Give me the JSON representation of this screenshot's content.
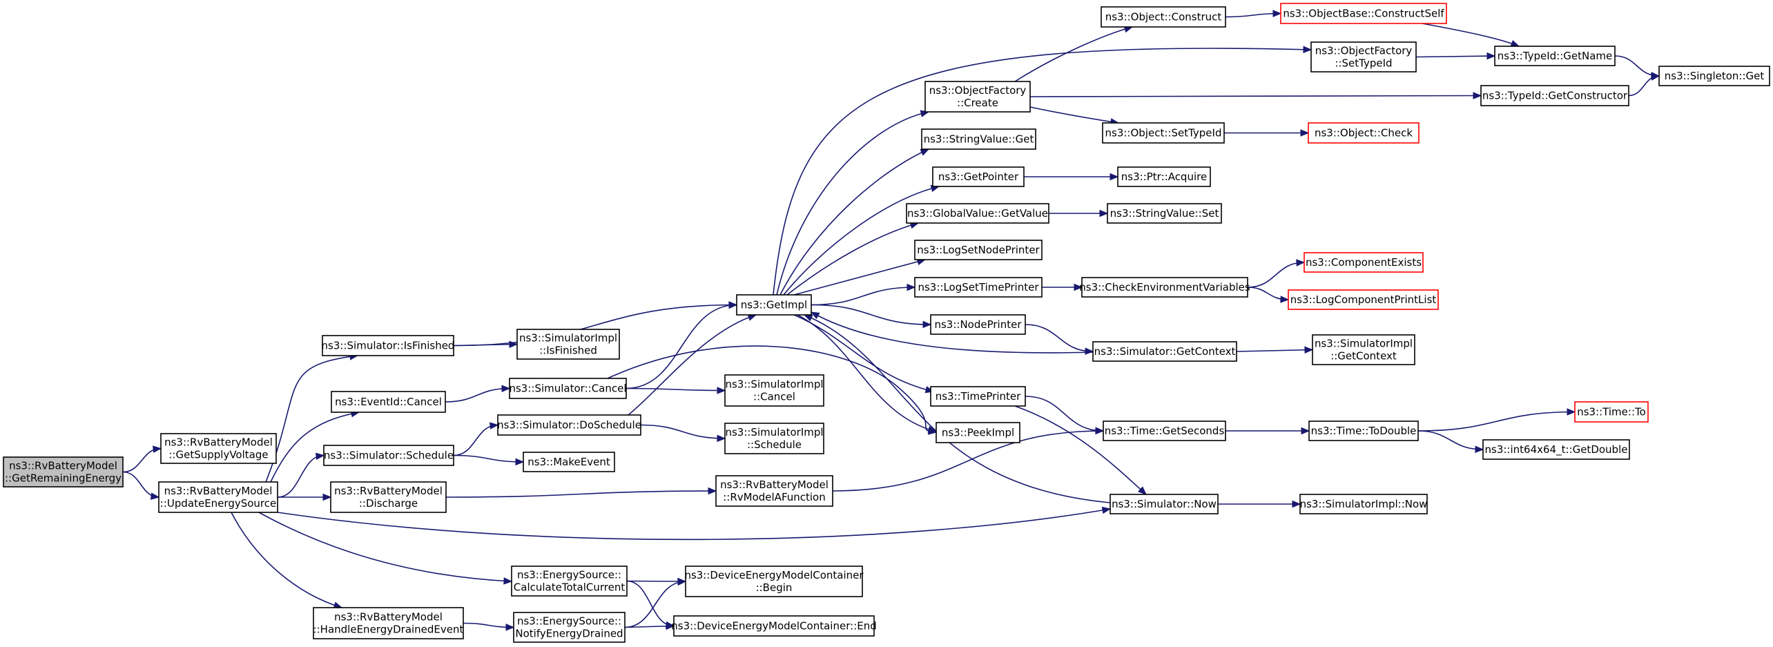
{
  "diagram": {
    "nodes": [
      {
        "id": "root",
        "lines": [
          "ns3::RvBatteryModel",
          "::GetRemainingEnergy"
        ],
        "style": "root"
      },
      {
        "id": "getSupplyVoltage",
        "lines": [
          "ns3::RvBatteryModel",
          "::GetSupplyVoltage"
        ],
        "style": "normal"
      },
      {
        "id": "updateEnergySource",
        "lines": [
          "ns3::RvBatteryModel",
          "::UpdateEnergySource"
        ],
        "style": "normal"
      },
      {
        "id": "simIsFinished",
        "lines": [
          "ns3::Simulator::IsFinished"
        ],
        "style": "normal"
      },
      {
        "id": "eventIdCancel",
        "lines": [
          "ns3::EventId::Cancel"
        ],
        "style": "normal"
      },
      {
        "id": "simSchedule",
        "lines": [
          "ns3::Simulator::Schedule"
        ],
        "style": "normal"
      },
      {
        "id": "discharge",
        "lines": [
          "ns3::RvBatteryModel",
          "::Discharge"
        ],
        "style": "normal"
      },
      {
        "id": "handleDrained",
        "lines": [
          "ns3::RvBatteryModel",
          "::HandleEnergyDrainedEvent"
        ],
        "style": "normal"
      },
      {
        "id": "simImplIsFinished",
        "lines": [
          "ns3::SimulatorImpl",
          "::IsFinished"
        ],
        "style": "normal"
      },
      {
        "id": "simCancel",
        "lines": [
          "ns3::Simulator::Cancel"
        ],
        "style": "normal"
      },
      {
        "id": "simDoSchedule",
        "lines": [
          "ns3::Simulator::DoSchedule"
        ],
        "style": "normal"
      },
      {
        "id": "makeEvent",
        "lines": [
          "ns3::MakeEvent"
        ],
        "style": "normal"
      },
      {
        "id": "calcTotalCurrent",
        "lines": [
          "ns3::EnergySource::",
          "CalculateTotalCurrent"
        ],
        "style": "normal"
      },
      {
        "id": "notifyDrained",
        "lines": [
          "ns3::EnergySource::",
          "NotifyEnergyDrained"
        ],
        "style": "normal"
      },
      {
        "id": "getImpl",
        "lines": [
          "ns3::GetImpl"
        ],
        "style": "normal"
      },
      {
        "id": "simImplCancel",
        "lines": [
          "ns3::SimulatorImpl",
          "::Cancel"
        ],
        "style": "normal"
      },
      {
        "id": "simImplSchedule",
        "lines": [
          "ns3::SimulatorImpl",
          "::Schedule"
        ],
        "style": "normal"
      },
      {
        "id": "rvModelA",
        "lines": [
          "ns3::RvBatteryModel",
          "::RvModelAFunction"
        ],
        "style": "normal"
      },
      {
        "id": "demcBegin",
        "lines": [
          "ns3::DeviceEnergyModelContainer",
          "::Begin"
        ],
        "style": "normal"
      },
      {
        "id": "demcEnd",
        "lines": [
          "ns3::DeviceEnergyModelContainer::End"
        ],
        "style": "normal"
      },
      {
        "id": "objFactoryCreate",
        "lines": [
          "ns3::ObjectFactory",
          "::Create"
        ],
        "style": "normal"
      },
      {
        "id": "stringValueGet",
        "lines": [
          "ns3::StringValue::Get"
        ],
        "style": "normal"
      },
      {
        "id": "getPointer",
        "lines": [
          "ns3::GetPointer"
        ],
        "style": "normal"
      },
      {
        "id": "globalValueGetValue",
        "lines": [
          "ns3::GlobalValue::GetValue"
        ],
        "style": "normal"
      },
      {
        "id": "logSetNodePrinter",
        "lines": [
          "ns3::LogSetNodePrinter"
        ],
        "style": "normal"
      },
      {
        "id": "logSetTimePrinter",
        "lines": [
          "ns3::LogSetTimePrinter"
        ],
        "style": "normal"
      },
      {
        "id": "nodePrinter",
        "lines": [
          "ns3::NodePrinter"
        ],
        "style": "normal"
      },
      {
        "id": "timePrinter",
        "lines": [
          "ns3::TimePrinter"
        ],
        "style": "normal"
      },
      {
        "id": "peekImpl",
        "lines": [
          "ns3::PeekImpl"
        ],
        "style": "normal"
      },
      {
        "id": "objConstruct",
        "lines": [
          "ns3::Object::Construct"
        ],
        "style": "normal"
      },
      {
        "id": "objSetTypeId",
        "lines": [
          "ns3::Object::SetTypeId"
        ],
        "style": "normal"
      },
      {
        "id": "ptrAcquire",
        "lines": [
          "ns3::Ptr::Acquire"
        ],
        "style": "normal"
      },
      {
        "id": "stringValueSet",
        "lines": [
          "ns3::StringValue::Set"
        ],
        "style": "normal"
      },
      {
        "id": "checkEnvVars",
        "lines": [
          "ns3::CheckEnvironmentVariables"
        ],
        "style": "normal"
      },
      {
        "id": "simGetContext",
        "lines": [
          "ns3::Simulator::GetContext"
        ],
        "style": "normal"
      },
      {
        "id": "timeGetSeconds",
        "lines": [
          "ns3::Time::GetSeconds"
        ],
        "style": "normal"
      },
      {
        "id": "simNow",
        "lines": [
          "ns3::Simulator::Now"
        ],
        "style": "normal"
      },
      {
        "id": "objBaseConstructSelf",
        "lines": [
          "ns3::ObjectBase::ConstructSelf"
        ],
        "style": "ext"
      },
      {
        "id": "objFactorySetTypeId",
        "lines": [
          "ns3::ObjectFactory",
          "::SetTypeId"
        ],
        "style": "normal"
      },
      {
        "id": "objCheck",
        "lines": [
          "ns3::Object::Check"
        ],
        "style": "ext"
      },
      {
        "id": "componentExists",
        "lines": [
          "ns3::ComponentExists"
        ],
        "style": "ext"
      },
      {
        "id": "logComponentPrintList",
        "lines": [
          "ns3::LogComponentPrintList"
        ],
        "style": "ext"
      },
      {
        "id": "simImplGetContext",
        "lines": [
          "ns3::SimulatorImpl",
          "::GetContext"
        ],
        "style": "normal"
      },
      {
        "id": "timeToDouble",
        "lines": [
          "ns3::Time::ToDouble"
        ],
        "style": "normal"
      },
      {
        "id": "simImplNow",
        "lines": [
          "ns3::SimulatorImpl::Now"
        ],
        "style": "normal"
      },
      {
        "id": "typeIdGetName",
        "lines": [
          "ns3::TypeId::GetName"
        ],
        "style": "normal"
      },
      {
        "id": "typeIdGetConstructor",
        "lines": [
          "ns3::TypeId::GetConstructor"
        ],
        "style": "normal"
      },
      {
        "id": "timeTo",
        "lines": [
          "ns3::Time::To"
        ],
        "style": "ext"
      },
      {
        "id": "int64GetDouble",
        "lines": [
          "ns3::int64x64_t::GetDouble"
        ],
        "style": "normal"
      },
      {
        "id": "singletonGet",
        "lines": [
          "ns3::Singleton::Get"
        ],
        "style": "normal"
      }
    ],
    "edges": [
      [
        "root",
        "getSupplyVoltage"
      ],
      [
        "root",
        "updateEnergySource"
      ],
      [
        "updateEnergySource",
        "simIsFinished"
      ],
      [
        "updateEnergySource",
        "eventIdCancel"
      ],
      [
        "updateEnergySource",
        "simSchedule"
      ],
      [
        "updateEnergySource",
        "discharge"
      ],
      [
        "updateEnergySource",
        "simNow"
      ],
      [
        "updateEnergySource",
        "calcTotalCurrent"
      ],
      [
        "updateEnergySource",
        "handleDrained"
      ],
      [
        "simIsFinished",
        "getImpl"
      ],
      [
        "simIsFinished",
        "simImplIsFinished"
      ],
      [
        "eventIdCancel",
        "simCancel"
      ],
      [
        "simSchedule",
        "simDoSchedule"
      ],
      [
        "simSchedule",
        "makeEvent"
      ],
      [
        "discharge",
        "rvModelA"
      ],
      [
        "handleDrained",
        "notifyDrained"
      ],
      [
        "simCancel",
        "getImpl"
      ],
      [
        "simCancel",
        "simImplCancel"
      ],
      [
        "simCancel",
        "peekImpl"
      ],
      [
        "simDoSchedule",
        "getImpl"
      ],
      [
        "simDoSchedule",
        "simImplSchedule"
      ],
      [
        "calcTotalCurrent",
        "demcBegin"
      ],
      [
        "calcTotalCurrent",
        "demcEnd"
      ],
      [
        "notifyDrained",
        "demcBegin"
      ],
      [
        "notifyDrained",
        "demcEnd"
      ],
      [
        "rvModelA",
        "timeGetSeconds"
      ],
      [
        "getImpl",
        "objFactorySetTypeId"
      ],
      [
        "getImpl",
        "objFactoryCreate"
      ],
      [
        "getImpl",
        "stringValueGet"
      ],
      [
        "getImpl",
        "getPointer"
      ],
      [
        "getImpl",
        "globalValueGetValue"
      ],
      [
        "getImpl",
        "logSetNodePrinter"
      ],
      [
        "getImpl",
        "logSetTimePrinter"
      ],
      [
        "getImpl",
        "nodePrinter"
      ],
      [
        "getImpl",
        "timePrinter"
      ],
      [
        "getImpl",
        "peekImpl"
      ],
      [
        "objFactoryCreate",
        "objConstruct"
      ],
      [
        "objFactoryCreate",
        "objSetTypeId"
      ],
      [
        "objFactoryCreate",
        "typeIdGetConstructor"
      ],
      [
        "getPointer",
        "ptrAcquire"
      ],
      [
        "globalValueGetValue",
        "stringValueSet"
      ],
      [
        "logSetTimePrinter",
        "checkEnvVars"
      ],
      [
        "nodePrinter",
        "simGetContext"
      ],
      [
        "timePrinter",
        "timeGetSeconds"
      ],
      [
        "timePrinter",
        "simNow"
      ],
      [
        "objConstruct",
        "objBaseConstructSelf"
      ],
      [
        "objSetTypeId",
        "objCheck"
      ],
      [
        "checkEnvVars",
        "componentExists"
      ],
      [
        "checkEnvVars",
        "logComponentPrintList"
      ],
      [
        "simGetContext",
        "getImpl"
      ],
      [
        "simGetContext",
        "simImplGetContext"
      ],
      [
        "timeGetSeconds",
        "timeToDouble"
      ],
      [
        "simNow",
        "getImpl"
      ],
      [
        "simNow",
        "simImplNow"
      ],
      [
        "objBaseConstructSelf",
        "typeIdGetName"
      ],
      [
        "objFactorySetTypeId",
        "typeIdGetName"
      ],
      [
        "typeIdGetName",
        "singletonGet"
      ],
      [
        "typeIdGetConstructor",
        "singletonGet"
      ],
      [
        "timeToDouble",
        "timeTo"
      ],
      [
        "timeToDouble",
        "int64GetDouble"
      ]
    ]
  }
}
